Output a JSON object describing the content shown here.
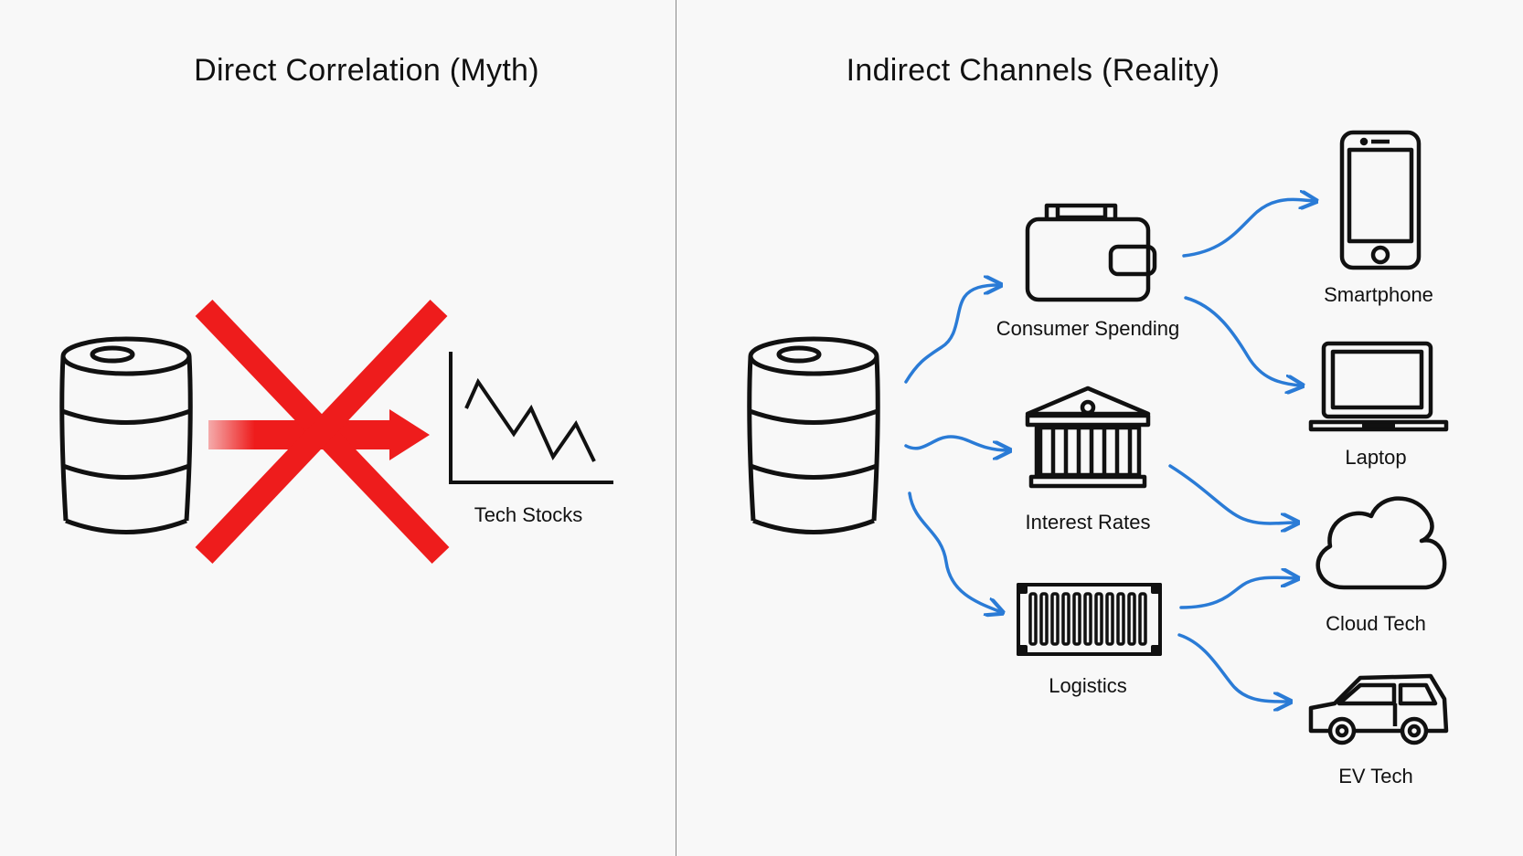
{
  "left_panel": {
    "title": "Direct Correlation (Myth)",
    "source_icon": "oil-barrel-icon",
    "target_icon": "declining-line-chart-icon",
    "target_label": "Tech Stocks",
    "cross_color": "#ee1c1c"
  },
  "right_panel": {
    "title": "Indirect Channels (Reality)",
    "source_icon": "oil-barrel-icon",
    "arrow_color": "#2a7bd6",
    "channels": [
      {
        "label": "Consumer Spending",
        "icon": "wallet-icon"
      },
      {
        "label": "Interest Rates",
        "icon": "bank-icon"
      },
      {
        "label": "Logistics",
        "icon": "shipping-container-icon"
      }
    ],
    "outcomes": [
      {
        "label": "Smartphone",
        "icon": "smartphone-icon"
      },
      {
        "label": "Laptop",
        "icon": "laptop-icon"
      },
      {
        "label": "Cloud Tech",
        "icon": "cloud-icon"
      },
      {
        "label": "EV Tech",
        "icon": "car-icon"
      }
    ]
  }
}
